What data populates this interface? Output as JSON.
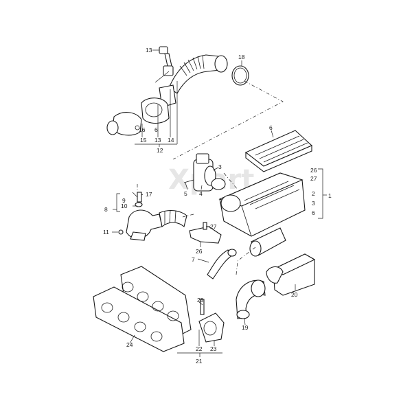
{
  "watermark": "Xpart",
  "callouts": [
    "1",
    "2",
    "3",
    "4",
    "5",
    "6",
    "7",
    "8",
    "9",
    "10",
    "11",
    "12",
    "13",
    "14",
    "15",
    "16",
    "17",
    "18",
    "19",
    "20",
    "21",
    "22",
    "23",
    "24",
    "25",
    "26",
    "27"
  ],
  "callout_groups": {
    "group_15_13": [
      "15",
      "13"
    ],
    "group_22_23": [
      "22",
      "23"
    ],
    "bracket_1_items": [
      "26",
      "27",
      "2",
      "3",
      "6"
    ],
    "bracket_8_items": [
      "9",
      "10"
    ]
  }
}
